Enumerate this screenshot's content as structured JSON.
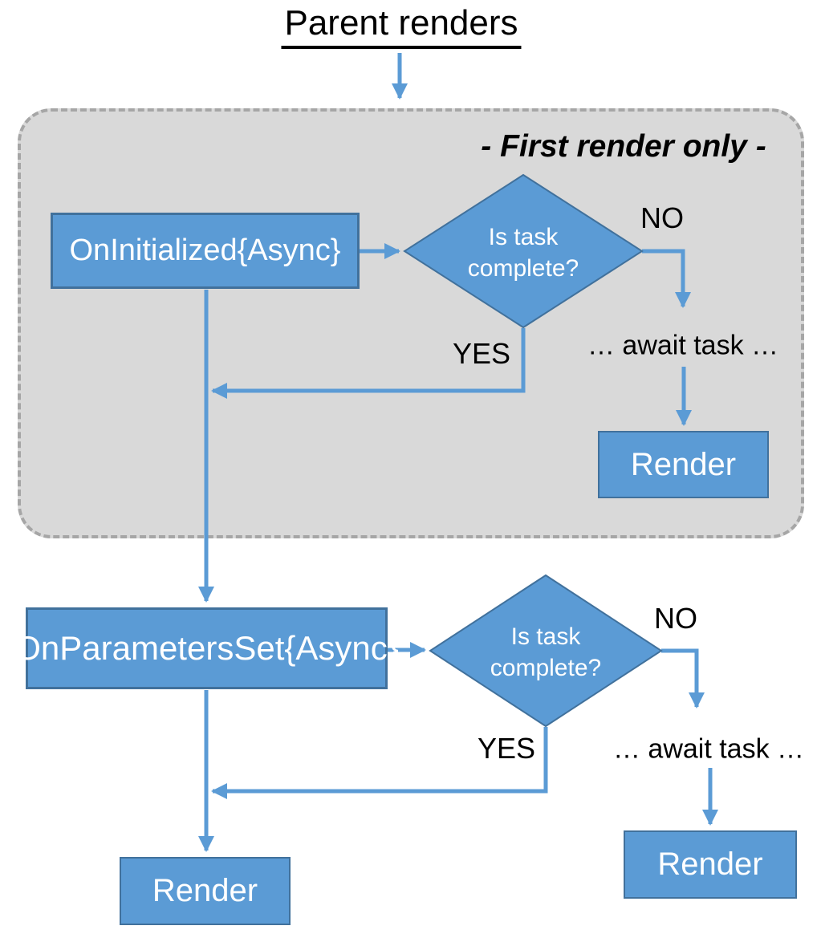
{
  "title": "Parent renders",
  "group": {
    "label": "- First render only -"
  },
  "flow1": {
    "box": "OnInitialized{Async}",
    "decision": "Is task complete?",
    "no": "NO",
    "yes": "YES",
    "await": "… await task …",
    "render": "Render"
  },
  "flow2": {
    "box": "OnParametersSet{Async}",
    "decision": "Is task complete?",
    "no": "NO",
    "yes": "YES",
    "await": "… await task …",
    "render": "Render",
    "final_render": "Render"
  },
  "colors": {
    "node_fill": "#5B9BD5",
    "node_border": "#41719C",
    "arrow": "#5B9BD5",
    "group_fill": "#D9D9D9",
    "group_border": "#A6A6A6",
    "text_dark": "#000000",
    "text_light": "#FFFFFF"
  }
}
